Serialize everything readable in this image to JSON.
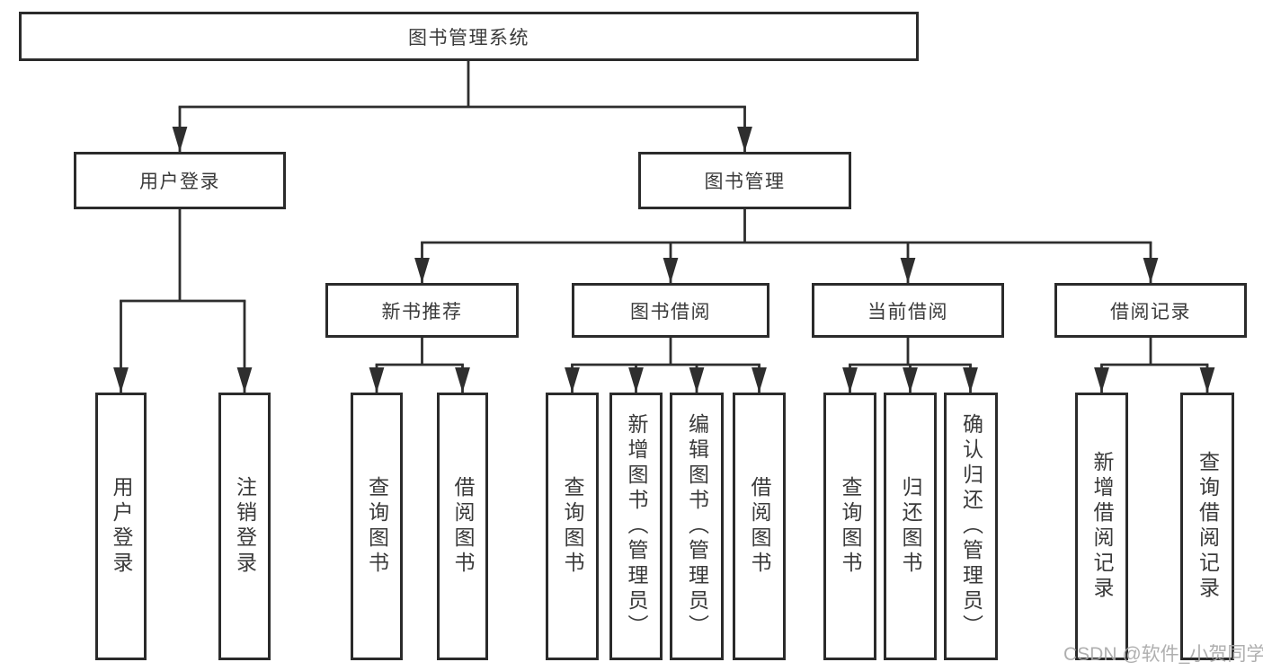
{
  "diagram": {
    "type": "hierarchy-tree",
    "tree": {
      "label": "图书管理系统",
      "children": [
        {
          "label": "用户登录",
          "children": [
            {
              "label": "用户登录"
            },
            {
              "label": "注销登录"
            }
          ]
        },
        {
          "label": "图书管理",
          "children": [
            {
              "label": "新书推荐",
              "children": [
                {
                  "label": "查询图书"
                },
                {
                  "label": "借阅图书"
                }
              ]
            },
            {
              "label": "图书借阅",
              "children": [
                {
                  "label": "查询图书"
                },
                {
                  "label": "新增图书（管理员）"
                },
                {
                  "label": "编辑图书（管理员）"
                },
                {
                  "label": "借阅图书"
                }
              ]
            },
            {
              "label": "当前借阅",
              "children": [
                {
                  "label": "查询图书"
                },
                {
                  "label": "归还图书"
                },
                {
                  "label": "确认归还（管理员）"
                }
              ]
            },
            {
              "label": "借阅记录",
              "children": [
                {
                  "label": "新增借阅记录"
                },
                {
                  "label": "查询借阅记录"
                }
              ]
            }
          ]
        }
      ]
    },
    "colors": {
      "line": "#2e2e2e",
      "box_border": "#2b2b2b",
      "box_fill": "#ffffff",
      "text": "#3a3a3a",
      "background": "#ffffff",
      "watermark": "#a8a8a8"
    }
  },
  "watermark": {
    "text": "CSDN @软件_小贺同学"
  }
}
